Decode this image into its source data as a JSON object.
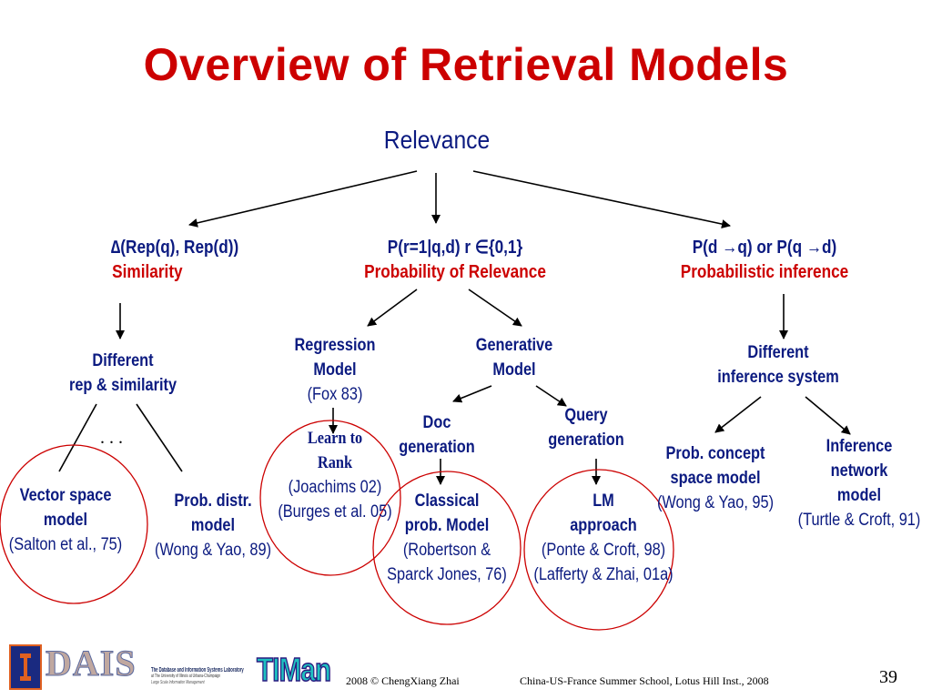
{
  "slide": {
    "title": "Overview of Retrieval Models",
    "page_number": "39"
  },
  "tree": {
    "root": "Relevance",
    "similarity": {
      "formula": "∆(Rep(q), Rep(d))",
      "label": "Similarity"
    },
    "prob_relevance": {
      "formula": "P(r=1|q,d)   r ∈{0,1}",
      "label": "Probability of Relevance"
    },
    "prob_inference": {
      "formula": "P(d →q) or P(q →d)",
      "label": "Probabilistic inference"
    },
    "diff_rep": {
      "line1": "Different",
      "line2": "rep &  similarity",
      "ellipsis": ". . ."
    },
    "vector_space": {
      "line1": "Vector space",
      "line2": "model",
      "cite": "(Salton et al., 75)"
    },
    "prob_distr": {
      "line1": "Prob. distr.",
      "line2": "model",
      "cite": "(Wong & Yao, 89)"
    },
    "regression": {
      "line1": "Regression",
      "line2": "Model",
      "cite": "(Fox 83)"
    },
    "learn_rank": {
      "line1": "Learn to",
      "line2": "Rank",
      "cite1": "(Joachims 02)",
      "cite2": "(Burges et al. 05)"
    },
    "generative": {
      "line1": "Generative",
      "line2": "Model"
    },
    "doc_gen": {
      "line1": "Doc",
      "line2": "generation"
    },
    "query_gen": {
      "line1": "Query",
      "line2": "generation"
    },
    "classical": {
      "line1": "Classical",
      "line2": "prob. Model",
      "cite1": "(Robertson &",
      "cite2": "Sparck Jones, 76)"
    },
    "lm": {
      "line1": "LM",
      "line2": "approach",
      "cite1": "(Ponte & Croft, 98)",
      "cite2": "(Lafferty & Zhai, 01a)"
    },
    "diff_inf": {
      "line1": "Different",
      "line2": "inference system"
    },
    "prob_concept": {
      "line1": "Prob. concept",
      "line2": "space model",
      "cite": "(Wong & Yao, 95)"
    },
    "inference_net": {
      "line1": "Inference",
      "line2": "network",
      "line3": "model",
      "cite": "(Turtle & Croft, 91)"
    }
  },
  "footer": {
    "logo_text": "DAIS",
    "logo_line1": "The Database and Information Systems Laboratory",
    "logo_line2": "at The University of Illinois at Urbana-Champaign",
    "logo_line3": "Large Scale Information Management",
    "timan": "TIMan",
    "year": "2008  © ChengXiang Zhai",
    "venue": "China-US-France Summer School, Lotus Hill Inst., 2008"
  },
  "colors": {
    "title": "#cc0000",
    "text": "#0b1a80",
    "circle": "#cc0000"
  }
}
